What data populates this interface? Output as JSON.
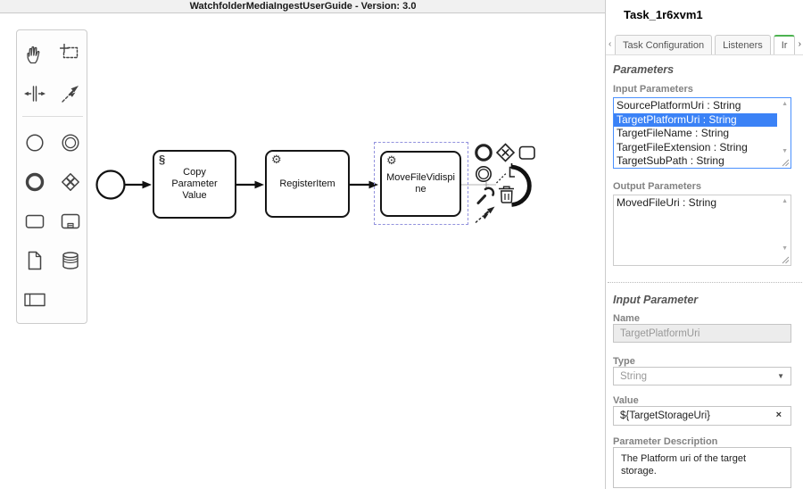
{
  "canvas": {
    "title": "WatchfolderMediaIngestUserGuide - Version: 3.0"
  },
  "palette": {
    "tools": [
      "hand-tool",
      "lasso-tool",
      "space-tool",
      "global-connect-tool",
      "create-start-event",
      "create-intermediate-event",
      "create-end-event",
      "create-gateway",
      "create-task",
      "create-subprocess",
      "create-data-object",
      "create-data-store",
      "create-participant"
    ]
  },
  "diagram": {
    "icons": {
      "script": "§",
      "service": "⚙"
    },
    "tasks": [
      {
        "label": "Copy Parameter Value",
        "type": "script"
      },
      {
        "label": "RegisterItem",
        "type": "service"
      },
      {
        "label": "MoveFileVidispine",
        "type": "service",
        "selected": true
      }
    ],
    "context_pad": [
      "append-end-event",
      "append-gateway",
      "append-task",
      "append-intermediate-event",
      "append-text-annotation",
      "arc-handle",
      "wrench-change-type",
      "delete-trash",
      "connect-tool"
    ]
  },
  "panel": {
    "title": "Task_1r6xvm1",
    "tabs_scroll_left": "‹",
    "tabs_scroll_right": "›",
    "tabs": [
      {
        "label": "Task Configuration"
      },
      {
        "label": "Listeners"
      },
      {
        "label": "Ir",
        "active": true
      }
    ],
    "icons": {
      "scroll_up": "▲",
      "scroll_down": "▼",
      "select_arrow": "▼",
      "clear": "×"
    },
    "parameters": {
      "heading": "Parameters",
      "input_label": "Input Parameters",
      "input_items": [
        {
          "text": "SourcePlatformUri : String"
        },
        {
          "text": "TargetPlatformUri : String",
          "selected": true
        },
        {
          "text": "TargetFileName : String"
        },
        {
          "text": "TargetFileExtension : String"
        },
        {
          "text": "TargetSubPath : String"
        }
      ],
      "output_label": "Output Parameters",
      "output_items": [
        {
          "text": "MovedFileUri : String"
        }
      ]
    },
    "input_parameter": {
      "heading": "Input Parameter",
      "name_label": "Name",
      "name_value": "TargetPlatformUri",
      "type_label": "Type",
      "type_value": "String",
      "value_label": "Value",
      "value_value": "${TargetStorageUri}",
      "desc_label": "Parameter Description",
      "desc_value": "The Platform uri of the target storage."
    },
    "colors": {
      "selection_blue": "#3b82f6",
      "active_tab_green": "#4db350",
      "focus_border": "#4a90fe"
    }
  }
}
